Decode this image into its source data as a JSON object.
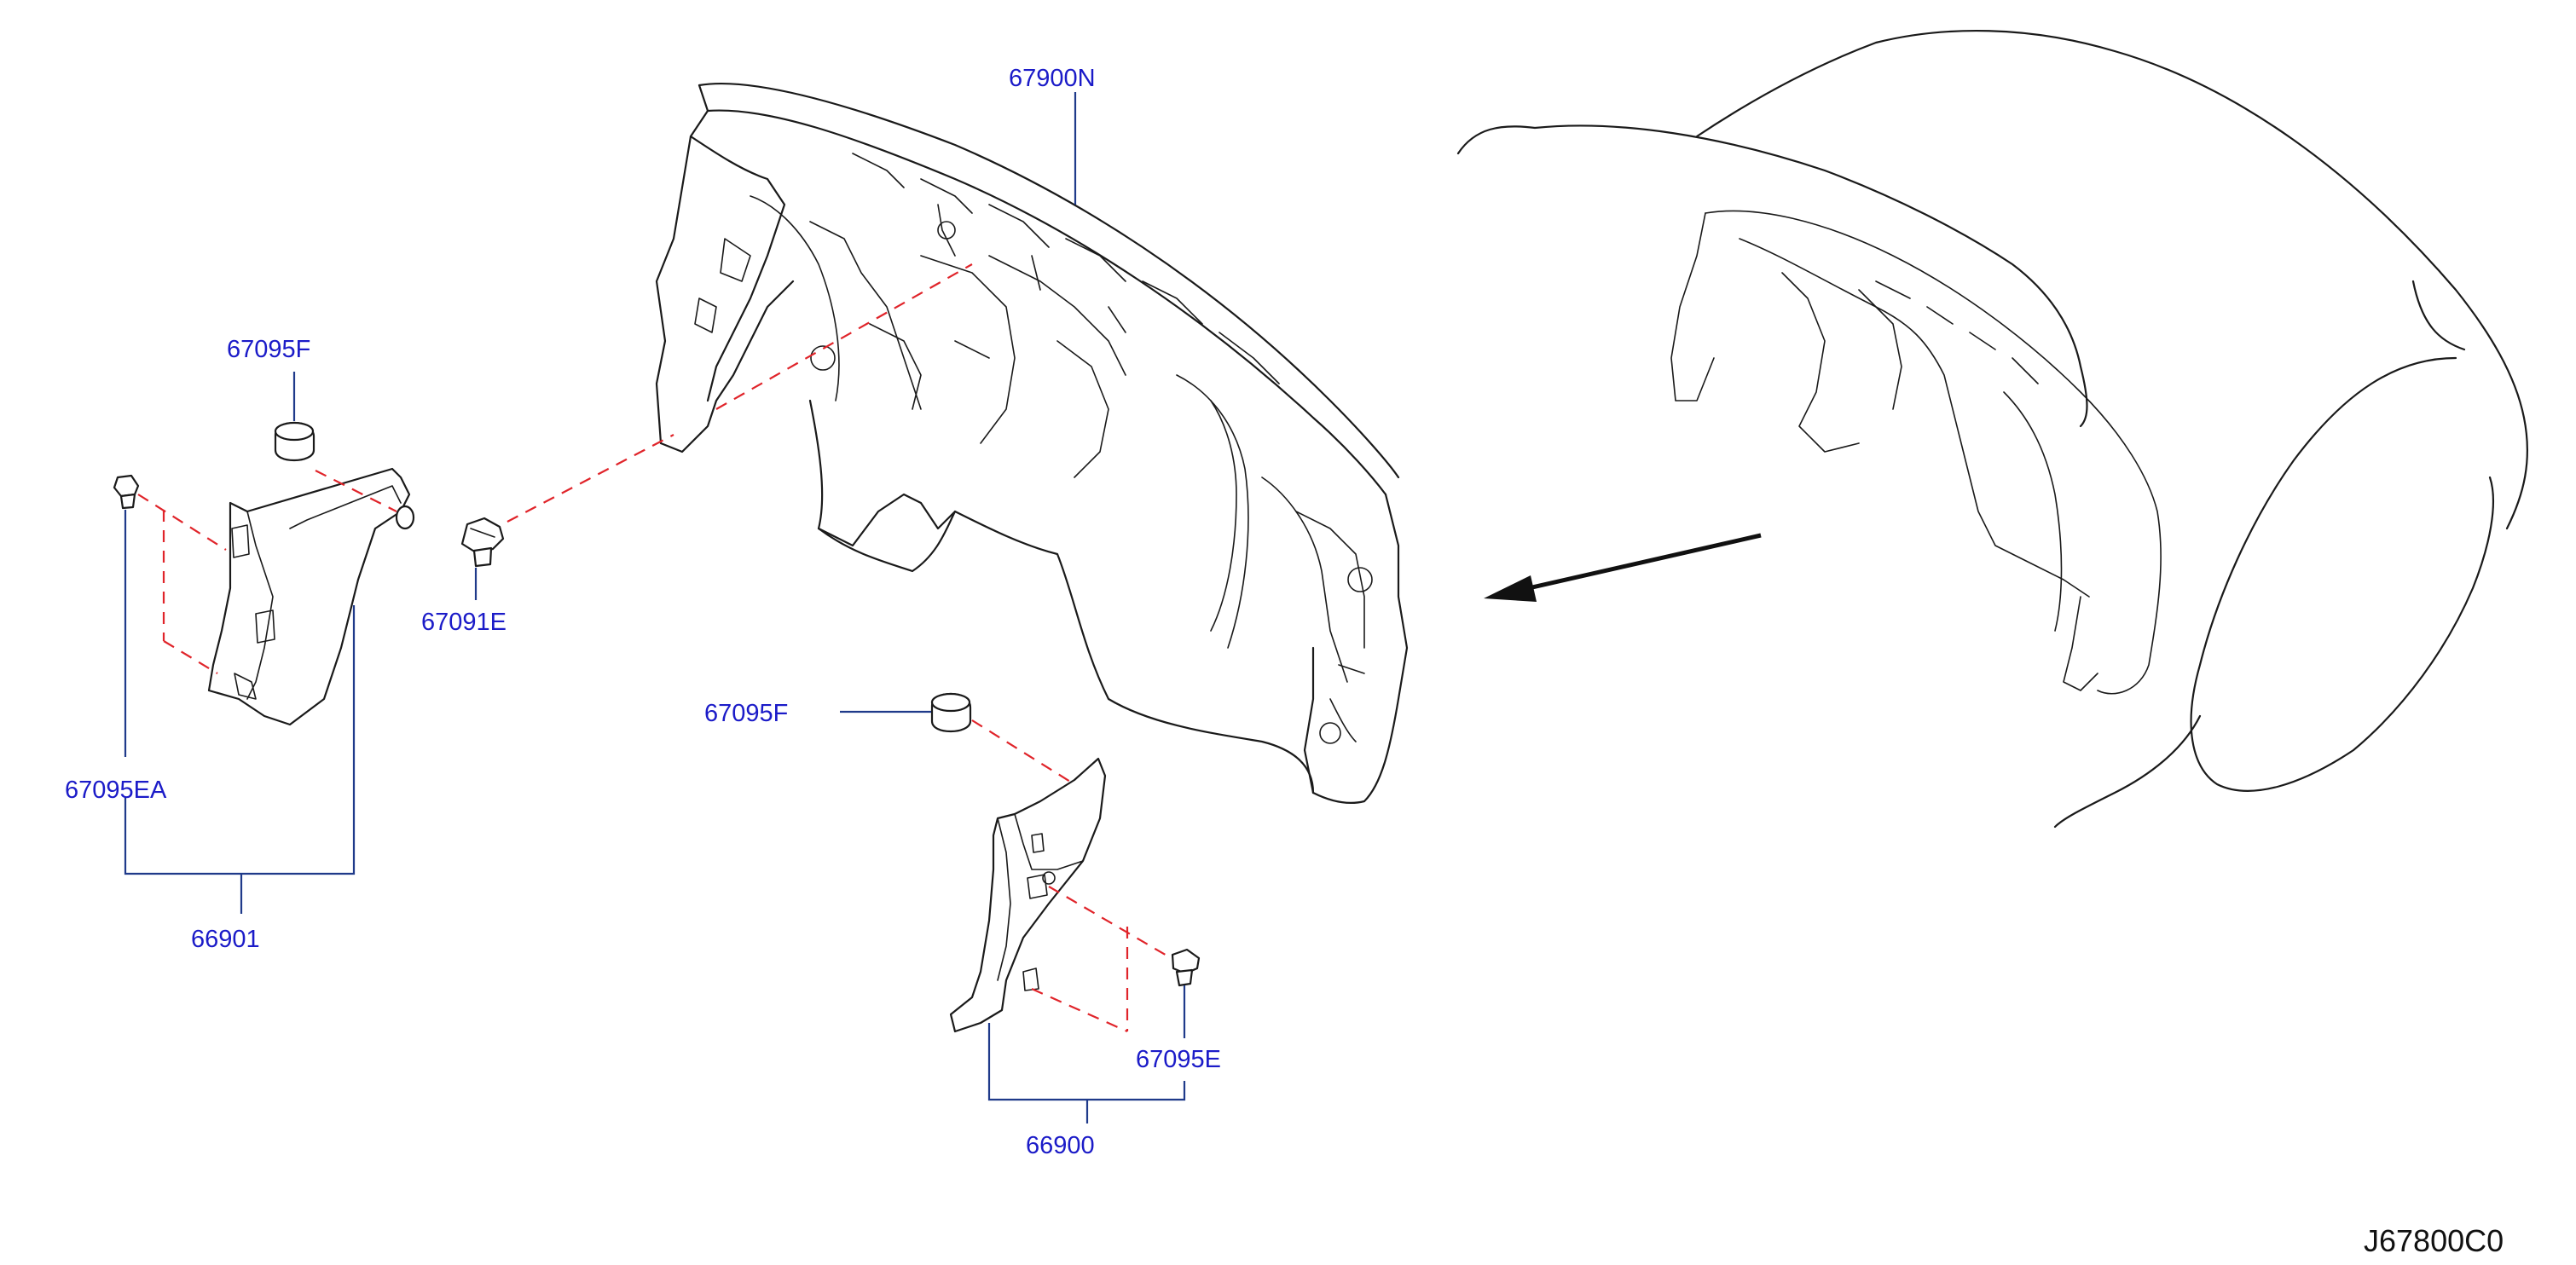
{
  "callouts": {
    "dash_insulator": "67900N",
    "clip_f_upper": "67095F",
    "clip_e_upper": "67091E",
    "clip_ea": "67095EA",
    "trim_lh": "66901",
    "clip_f_lower": "67095F",
    "clip_e_lower": "67095E",
    "trim_rh": "66900"
  },
  "diagram_code": "J67800C0",
  "colors": {
    "callout_text": "#1b1bc8",
    "leader": "#1f3a8a",
    "dash_line": "#e0242a",
    "linework": "#1a1a1a"
  },
  "icons": {
    "direction": "arrow-left-icon"
  }
}
